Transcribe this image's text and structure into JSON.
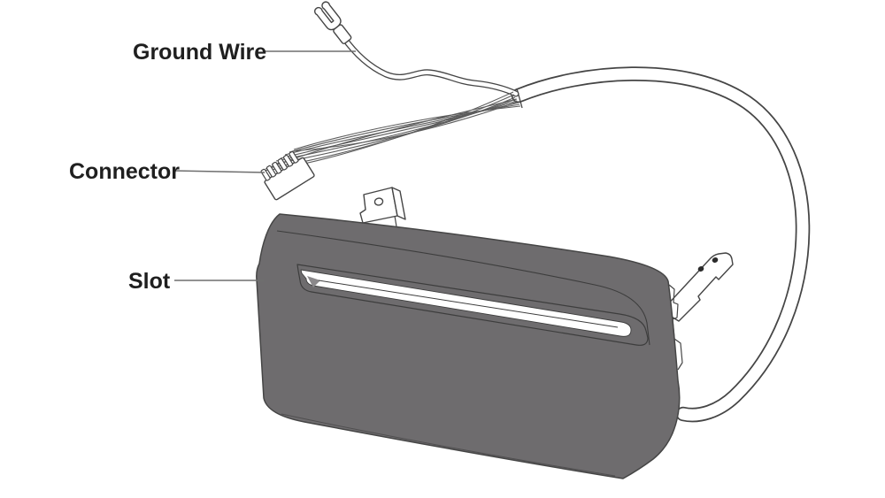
{
  "labels": {
    "ground_wire": "Ground Wire",
    "connector": "Connector",
    "slot": "Slot"
  },
  "colors": {
    "background": "#ffffff",
    "body": "#6e6c6e",
    "outline": "#454545",
    "leader": "#6e6e6e",
    "text": "#1f1f1f",
    "wire": "#5c5c5c",
    "slot": "#ffffff",
    "lip": "#8b898b",
    "hole": "#2b2b2b"
  }
}
